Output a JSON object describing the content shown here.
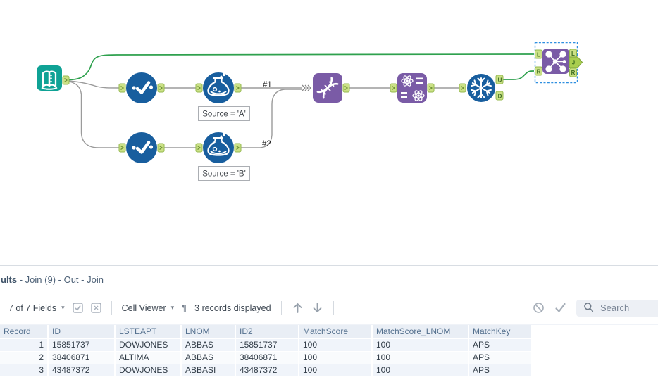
{
  "workflow": {
    "connection_labels": {
      "first": "#1",
      "second": "#2"
    },
    "annotations": {
      "source_a": "Source = 'A'",
      "source_b": "Source = 'B'"
    },
    "join_anchors": {
      "in_l": "L",
      "in_r": "R",
      "out_l": "L",
      "out_j": "J",
      "out_r": "R"
    },
    "unique_anchors": {
      "u": "U",
      "d": "D"
    }
  },
  "results_panel": {
    "title": {
      "bold": "ults",
      "rest": " - Join (9) - Out - Join"
    },
    "toolbar": {
      "fields": "7 of 7 Fields",
      "cell_viewer": "Cell Viewer",
      "records": "3 records displayed",
      "search_placeholder": "Search",
      "caret": "▾",
      "paragraph": "¶"
    },
    "table": {
      "columns": [
        "Record",
        "ID",
        "LSTEAPT",
        "LNOM",
        "ID2",
        "MatchScore",
        "MatchScore_LNOM",
        "MatchKey"
      ],
      "rows": [
        [
          "1",
          "15851737",
          "DOWJONES",
          "ABBAS",
          "15851737",
          "100",
          "100",
          "APS"
        ],
        [
          "2",
          "38406871",
          "ALTIMA",
          "ABBAS",
          "38406871",
          "100",
          "100",
          "APS"
        ],
        [
          "3",
          "43487372",
          "DOWJONES",
          "ABBASI",
          "43487372",
          "100",
          "100",
          "APS"
        ]
      ]
    }
  },
  "colors": {
    "tool_blue": "#185E9E",
    "tool_purple": "#7A5BA6",
    "tool_teal": "#0FA295",
    "anchor_green": "#CBE186",
    "wire_green": "#2FA14E",
    "wire_gray": "#9B9B9B",
    "selection_blue": "#2E8FE0"
  }
}
